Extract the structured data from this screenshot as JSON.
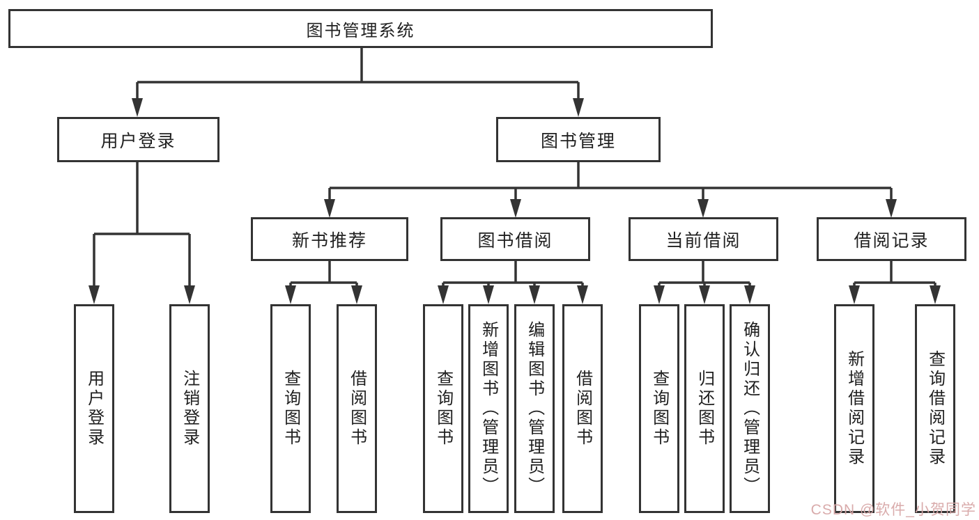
{
  "diagram": {
    "root": {
      "label": "图书管理系统"
    },
    "children": [
      {
        "label": "用户登录",
        "children": [
          {
            "label": "用户登录"
          },
          {
            "label": "注销登录"
          }
        ]
      },
      {
        "label": "图书管理",
        "children": [
          {
            "label": "新书推荐",
            "children": [
              {
                "label": "查询图书"
              },
              {
                "label": "借阅图书"
              }
            ]
          },
          {
            "label": "图书借阅",
            "children": [
              {
                "label": "查询图书"
              },
              {
                "label": "新增图书（管理员）"
              },
              {
                "label": "编辑图书（管理员）"
              },
              {
                "label": "借阅图书"
              }
            ]
          },
          {
            "label": "当前借阅",
            "children": [
              {
                "label": "查询图书"
              },
              {
                "label": "归还图书"
              },
              {
                "label": "确认归还（管理员）"
              }
            ]
          },
          {
            "label": "借阅记录",
            "children": [
              {
                "label": "新增借阅记录"
              },
              {
                "label": "查询借阅记录"
              }
            ]
          }
        ]
      }
    ]
  },
  "watermark": {
    "text": "CSDN @软件_小贺同学"
  },
  "colors": {
    "line": "#333333",
    "text": "#1f1f1f",
    "background": "#ffffff",
    "watermark": "#d7a7a7"
  }
}
